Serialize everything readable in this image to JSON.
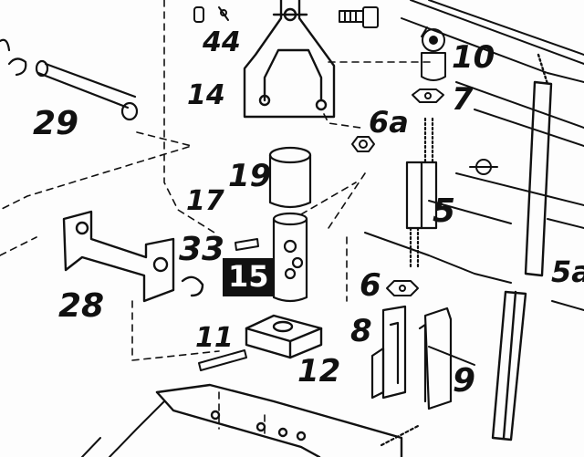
{
  "parts": [
    {
      "id": "p44",
      "label": "44"
    },
    {
      "id": "p14",
      "label": "14"
    },
    {
      "id": "p10",
      "label": "10"
    },
    {
      "id": "p7",
      "label": "7"
    },
    {
      "id": "p6a",
      "label": "6a"
    },
    {
      "id": "p29",
      "label": "29"
    },
    {
      "id": "p19",
      "label": "19"
    },
    {
      "id": "p17",
      "label": "17"
    },
    {
      "id": "p5",
      "label": "5"
    },
    {
      "id": "p33",
      "label": "33"
    },
    {
      "id": "p15",
      "label": "15",
      "highlighted": true
    },
    {
      "id": "p28",
      "label": "28"
    },
    {
      "id": "p6",
      "label": "6"
    },
    {
      "id": "p5a",
      "label": "5a"
    },
    {
      "id": "p8",
      "label": "8"
    },
    {
      "id": "p11",
      "label": "11"
    },
    {
      "id": "p12",
      "label": "12"
    },
    {
      "id": "p9",
      "label": "9"
    }
  ],
  "colors": {
    "ink": "#111111",
    "paper": "#fdfdfd",
    "highlight_bg": "#111111",
    "highlight_text": "#ffffff"
  }
}
